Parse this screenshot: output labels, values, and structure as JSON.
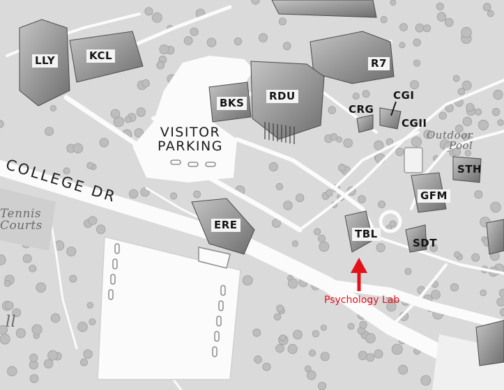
{
  "map": {
    "buildings": [
      "LLY",
      "KCL",
      "R7",
      "BKS",
      "RDU",
      "CRG",
      "CGI",
      "CGII",
      "STH",
      "GFM",
      "ERE",
      "TBL",
      "SDT"
    ],
    "places": {
      "visitor_parking": [
        "VISITOR",
        "PARKING"
      ],
      "outdoor_pool": [
        "Outdoor",
        "Pool"
      ],
      "tennis_courts": [
        "Tennis",
        "Courts"
      ],
      "partial_label": "ll"
    },
    "road": "COLLEGE DR",
    "annotation": {
      "text": "Psychology Lab",
      "color": "#e3121a"
    },
    "colors": {
      "land": "#dcdcdc",
      "roads": "#fbfbfb",
      "trees": "#b8b8b8",
      "buildings": "#8c8c8c"
    }
  }
}
